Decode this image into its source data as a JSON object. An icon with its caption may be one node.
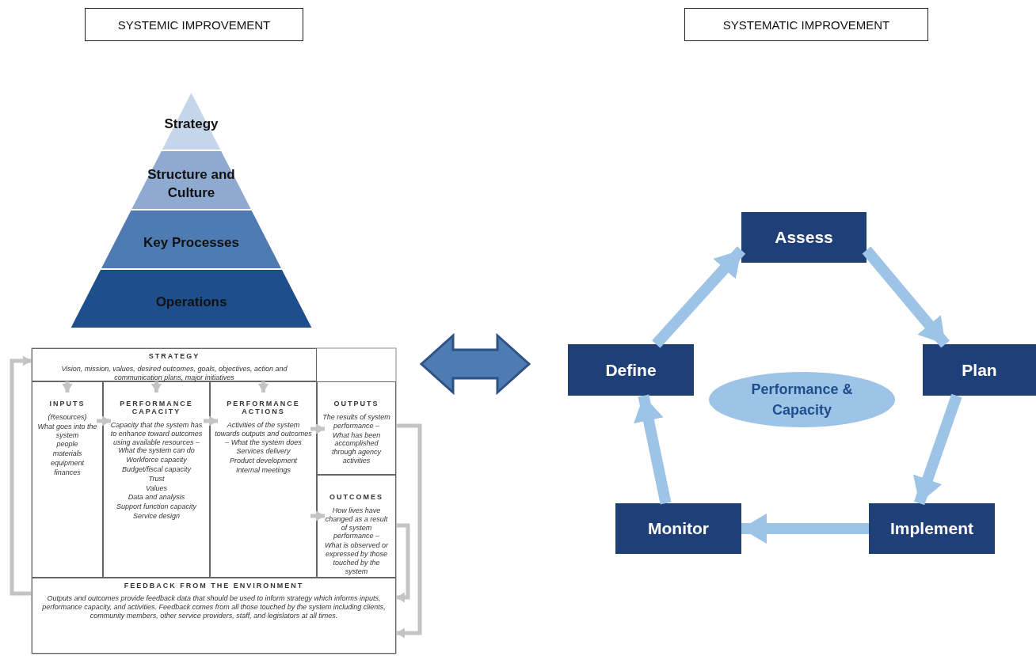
{
  "diagram": {
    "nodes": [
      {
        "text": [
          "SYSTEMIC IMPROVEMENT"
        ]
      },
      {
        "text": [
          "SYSTEMATIC IMPROVEMENT"
        ]
      },
      {
        "text": [
          "Strategy"
        ]
      },
      {
        "text": [
          "Structure and Culture"
        ]
      },
      {
        "text": [
          "Key Processes"
        ]
      },
      {
        "text": [
          "Operations"
        ]
      },
      {
        "text": [
          "STRATEGY",
          "Vision, mission, values, desired outcomes, goals, objectives, action and communication plans, major initiatives"
        ]
      },
      {
        "text": [
          "INPUTS",
          "(Resources)",
          "What goes into the system",
          "people",
          "materials",
          "equipment",
          "finances"
        ]
      },
      {
        "text": [
          "PERFORMANCE CAPACITY",
          "Capacity that the system has to enhance toward outcomes using available resources – What the system can do",
          "Workforce capacity",
          "Budget/fiscal capacity",
          "Trust",
          "Values",
          "Data and analysis",
          "Support function capacity",
          "Service design"
        ]
      },
      {
        "text": [
          "PERFORMANCE ACTIONS",
          "Activities of the system towards outputs and outcomes – What the system does",
          "Services delivery",
          "Product development",
          "Internal meetings"
        ]
      },
      {
        "text": [
          "OUTPUTS",
          "The results of system performance –",
          "What has been accomplished through agency activities"
        ]
      },
      {
        "text": [
          "OUTCOMES",
          "How lives have changed as a result of system performance –",
          "What is observed or expressed by those touched by the system"
        ]
      },
      {
        "text": [
          "FEEDBACK FROM THE ENVIRONMENT",
          "Outputs and outcomes provide feedback data that should be used to inform strategy which informs inputs, performance capacity, and activities. Feedback comes from all those touched by the system including clients, community members, other service providers, staff, and legislators at all times."
        ]
      },
      {
        "text": [
          "Assess"
        ]
      },
      {
        "text": [
          "Define"
        ]
      },
      {
        "text": [
          "Performance & Capacity"
        ]
      },
      {
        "text": [
          "Plan"
        ]
      },
      {
        "text": [
          "Monitor"
        ]
      },
      {
        "text": [
          "Implement"
        ]
      }
    ],
    "edges": [
      {
        "from": 14,
        "to": 13,
        "arrow": "to",
        "style": "thick",
        "color": "#9dc3e6"
      },
      {
        "from": 13,
        "to": 16,
        "arrow": "to",
        "style": "thick",
        "color": "#9dc3e6"
      },
      {
        "from": 16,
        "to": 18,
        "arrow": "to",
        "style": "thick",
        "color": "#9dc3e6"
      },
      {
        "from": 18,
        "to": 17,
        "arrow": "to",
        "style": "thick",
        "color": "#9dc3e6"
      },
      {
        "from": 17,
        "to": 14,
        "arrow": "to",
        "style": "thick",
        "color": "#9dc3e6"
      },
      {
        "from": 6,
        "to": 7,
        "arrow": "to"
      },
      {
        "from": 6,
        "to": 8,
        "arrow": "to"
      },
      {
        "from": 6,
        "to": 9,
        "arrow": "to"
      },
      {
        "from": 7,
        "to": 8,
        "arrow": "to"
      },
      {
        "from": 8,
        "to": 9,
        "arrow": "to"
      },
      {
        "from": 9,
        "to": 10,
        "arrow": "to"
      },
      {
        "from": 9,
        "to": 11,
        "arrow": "to"
      },
      {
        "from": 10,
        "to": 12,
        "arrow": "to"
      },
      {
        "from": 11,
        "to": 12,
        "arrow": "to"
      },
      {
        "from": 12,
        "to": 6,
        "arrow": "to"
      }
    ]
  }
}
